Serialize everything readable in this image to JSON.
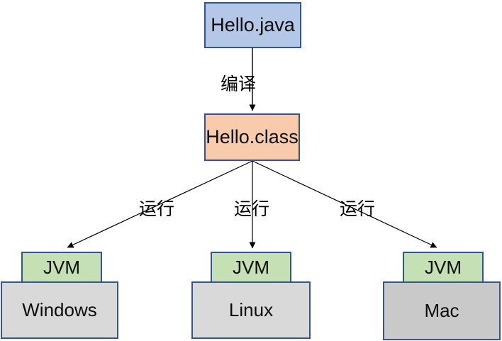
{
  "diagram": {
    "title_hint": "Java compile and run flow",
    "source": {
      "label": "Hello.java"
    },
    "bytecode": {
      "label": "Hello.class"
    },
    "compile_edge": {
      "label": "编译"
    },
    "run_edges": {
      "left": {
        "label": "运行"
      },
      "middle": {
        "label": "运行"
      },
      "right": {
        "label": "运行"
      }
    },
    "platforms": {
      "left": {
        "vm": "JVM",
        "os": "Windows"
      },
      "middle": {
        "vm": "JVM",
        "os": "Linux"
      },
      "right": {
        "vm": "JVM",
        "os": "Mac"
      }
    }
  },
  "colors": {
    "source_fill": "#b4c7e7",
    "bytecode_fill": "#f8cbad",
    "vm_fill": "#c5e0b4",
    "os_fill": "#d9d9d9",
    "mac_fill": "#c9c9c9",
    "node_border": "#2f5597",
    "os_border": "#35558b",
    "arrow": "#000000",
    "text": "#0d0d0d",
    "background": "#ffffff"
  }
}
